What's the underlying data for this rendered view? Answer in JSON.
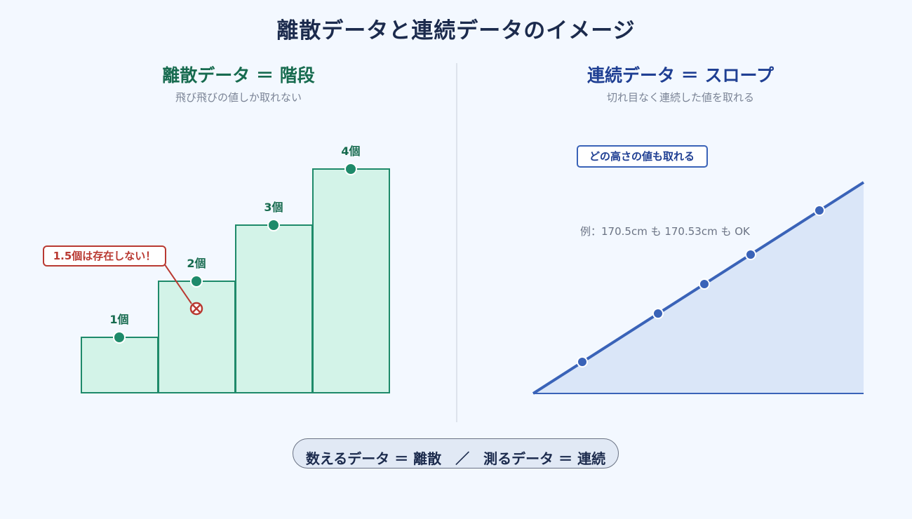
{
  "title": "離散データと連続データのイメージ",
  "left": {
    "title": "離散データ ＝ 階段",
    "subtitle": "飛び飛びの値しか取れない",
    "steps": [
      "1個",
      "2個",
      "3個",
      "4個"
    ],
    "warning": "1.5個は存在しない！",
    "colors": {
      "stroke": "#1e8a6a",
      "fill": "#d3f3e8",
      "dot": "#1e8a6a",
      "label": "#176b4f",
      "warning": "#b93a32"
    }
  },
  "right": {
    "title": "連続データ ＝ スロープ",
    "subtitle": "切れ目なく連続した値を取れる",
    "callout": "どの高さの値も取れる",
    "example": "例：170.5cm も 170.53cm も OK",
    "colors": {
      "stroke": "#3a63b8",
      "fill": "#dae6f8",
      "label": "#1f3f93"
    }
  },
  "footer": "数えるデータ ＝ 離散　／　測るデータ ＝ 連続"
}
